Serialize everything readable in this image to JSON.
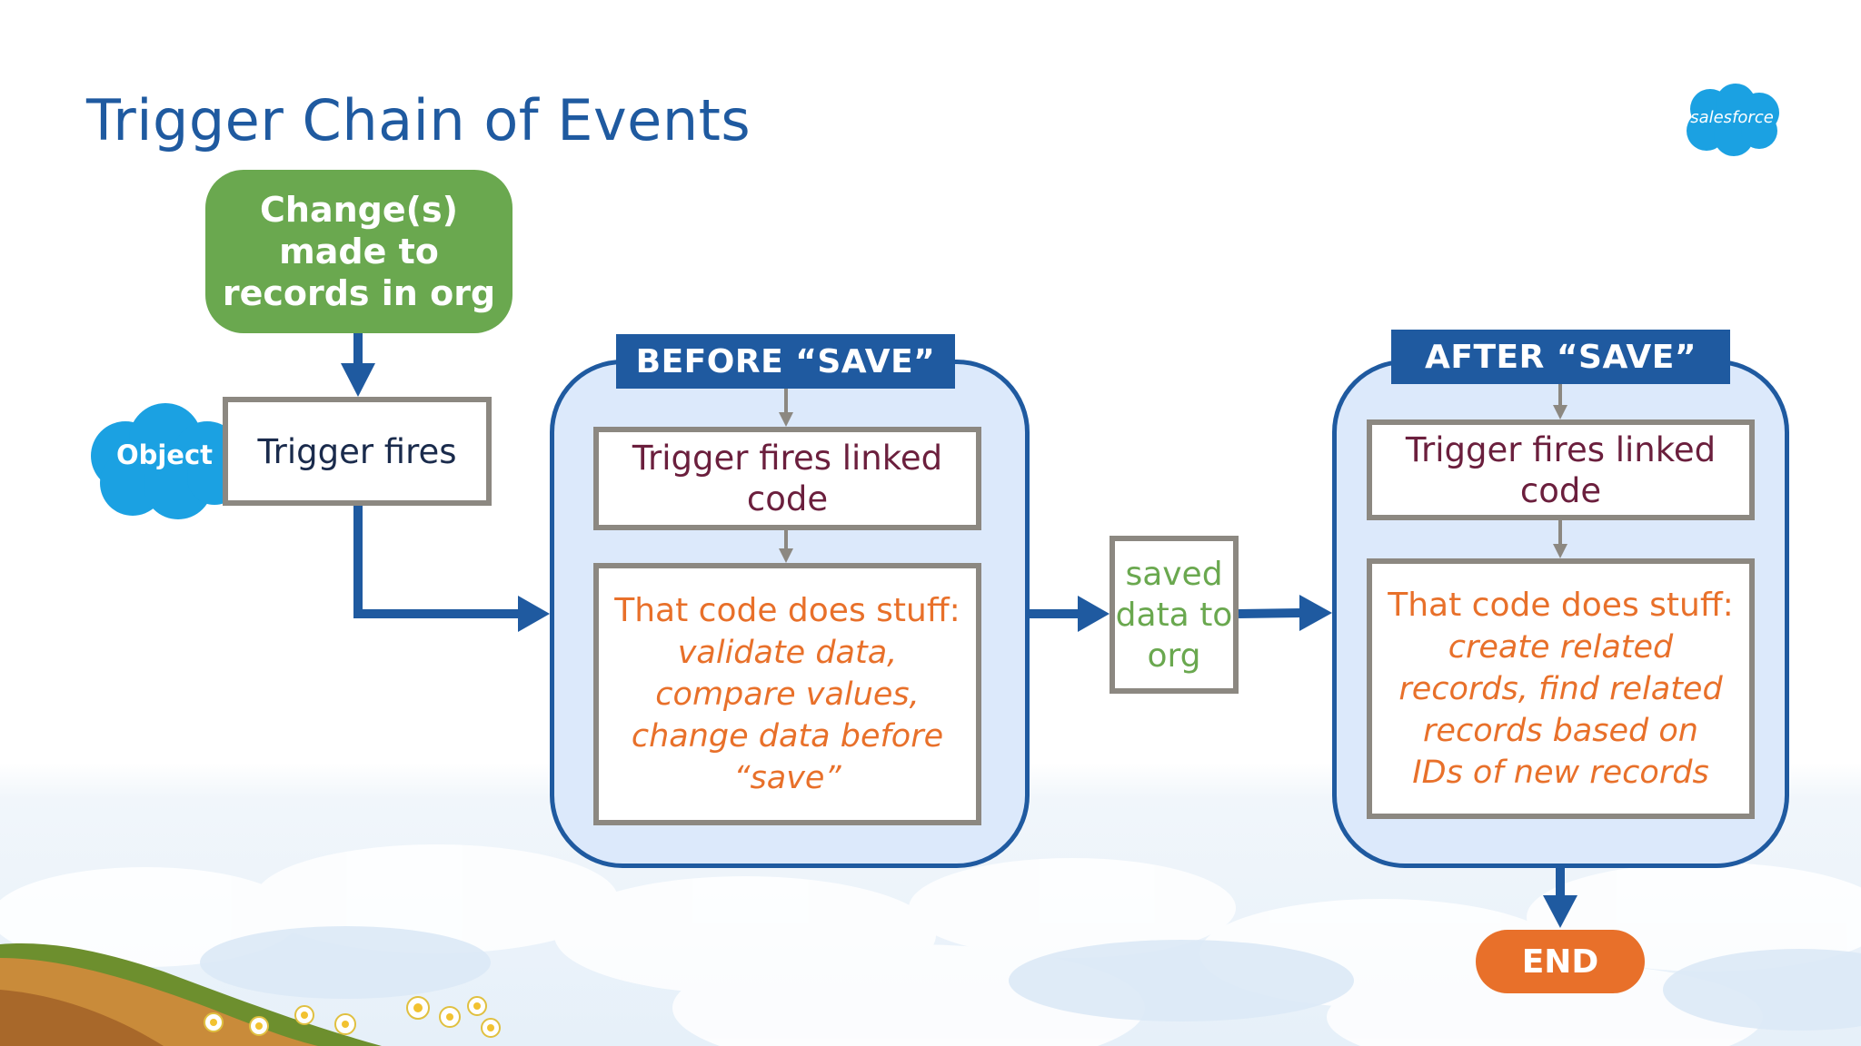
{
  "slide": {
    "title": "Trigger Chain of Events",
    "logo_text": "salesforce"
  },
  "diagram": {
    "start": {
      "label": "Change(s) made to records in org"
    },
    "object": {
      "label": "Object"
    },
    "trigger_fires": {
      "label": "Trigger fires"
    },
    "before_save": {
      "header": "BEFORE “SAVE”",
      "linked": "Trigger fires linked code",
      "stuff_lead": "That code does stuff:",
      "stuff_detail": "validate data, compare values, change data before “save”"
    },
    "saved": {
      "label": "saved data to org"
    },
    "after_save": {
      "header": "AFTER “SAVE”",
      "linked": "Trigger fires linked code",
      "stuff_lead": "That code does stuff:",
      "stuff_detail": "create related records, find related records based on IDs of new records"
    },
    "end": {
      "label": "END"
    }
  },
  "colors": {
    "title_blue": "#1f5aa0",
    "start_green": "#6aa84f",
    "box_border_gray": "#8c8881",
    "panel_fill": "#dce9fb",
    "action_orange": "#e8702a",
    "linked_text_maroon": "#6b1f3d",
    "cloud_blue": "#1ba1e2"
  }
}
